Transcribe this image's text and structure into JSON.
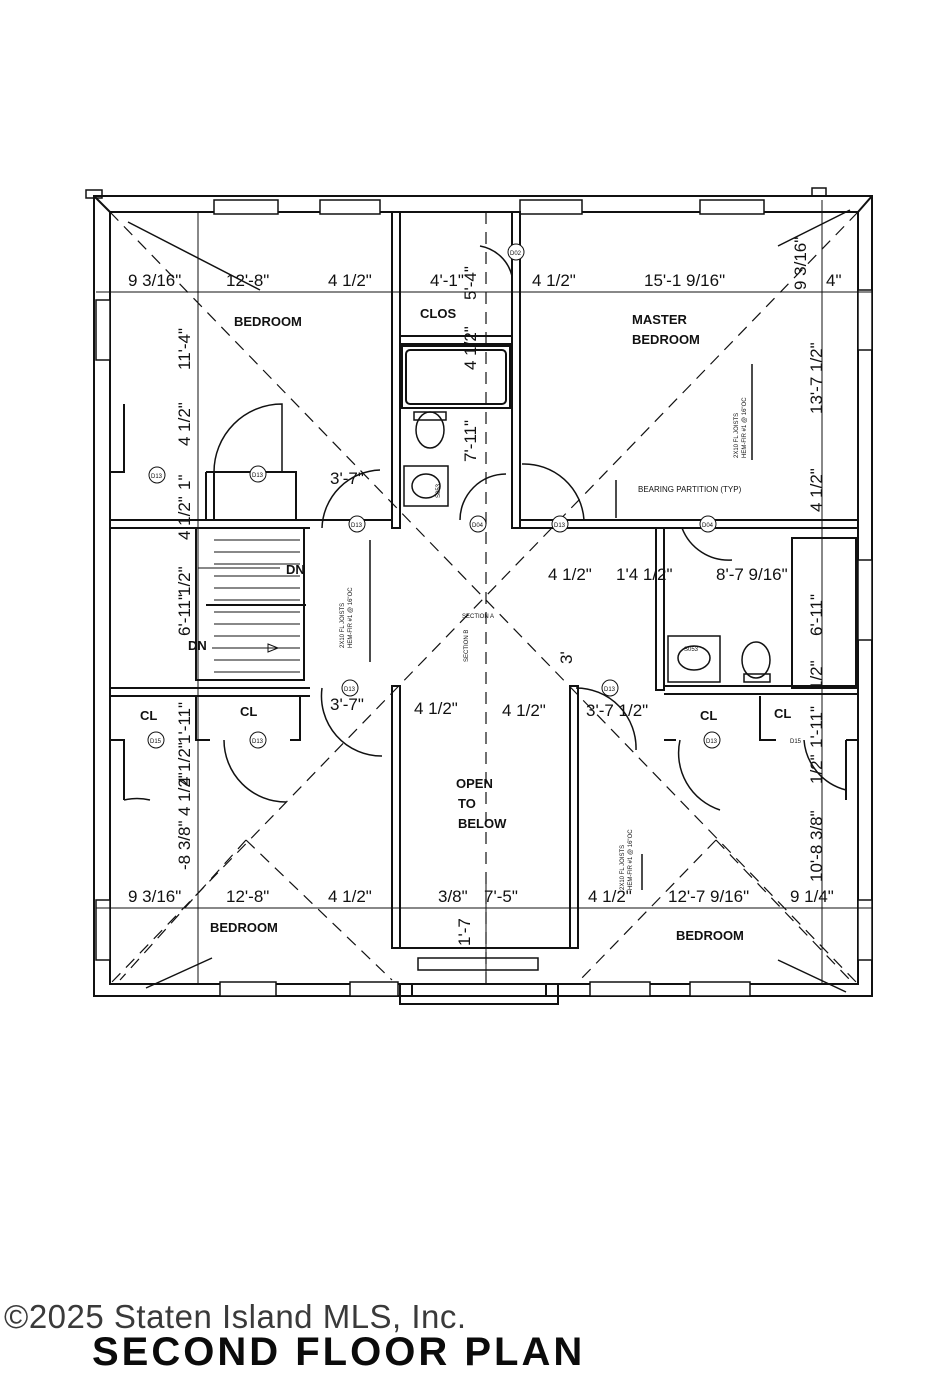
{
  "rooms": {
    "bedroom_nw": "BEDROOM",
    "closet_top": "CLOS",
    "master": [
      "MASTER",
      "BEDROOM"
    ],
    "bearing_partition": "BEARING PARTITION (TYP)",
    "open_to_below": [
      "OPEN",
      "TO",
      "BELOW"
    ],
    "closet_sw_1": "CL",
    "closet_sw_2": "CL",
    "closet_se_1": "CL",
    "closet_se_2": "CL",
    "bedroom_sw": "BEDROOM",
    "bedroom_se": "BEDROOM"
  },
  "stairs": {
    "dn_upper": "DN",
    "dn_lower": "DN"
  },
  "joist_notes": {
    "master": [
      "2X10 FL JOISTS",
      "HEM-FIR #1 @ 16\"OC"
    ],
    "hall": [
      "2X10 FL JOISTS",
      "HEM-FIR #1 @ 16\"OC"
    ],
    "se": [
      "2X10 FL JOISTS",
      "HEM-FIR #1 @ 16\"OC"
    ]
  },
  "section_labels": {
    "a": "SECTION A",
    "b": "SECTION B"
  },
  "tags": {
    "d02": "D02",
    "d13_nw1": "D13",
    "d13_nw2": "D13",
    "d13_hall": "D13",
    "d04_bath": "D04",
    "d13_master": "D13",
    "d04_master": "D04",
    "d13_stair_sw": "D13",
    "d15_sw": "D15",
    "d13_sw": "D13",
    "d13_stair_se": "D13",
    "d13_se": "D13",
    "d15_se": "D15",
    "s053_a": "S053",
    "s053_b": "S053"
  },
  "dimensions": {
    "top_row": [
      "9 3/16\"",
      "12'-8\"",
      "4 1/2\"",
      "4'-1\"",
      "4 1/2\"",
      "15'-1 9/16\"",
      "9 3/16\"",
      "4\""
    ],
    "closet_depth": "5'-4\"",
    "closet_wall": "4 1/2\"",
    "bath_depth": "7'-11\"",
    "nw_depth": "11'-4\"",
    "nw_wall_1": "4 1/2\"",
    "nw_wall_2": "1\"",
    "nw_wall_3": "4 1/2\"",
    "nw_wall_4": "1/2\"",
    "stair_len": "6'-11\"",
    "sw_wall_1": "1'-11\"",
    "sw_wall_2": "4 1/2\"",
    "sw_wall_3": "4 1/2\"",
    "sw_depth": "-8 3/8\"",
    "master_depth": "13'-7 1/2\"",
    "master_wall": "4 1/2\"",
    "e_closet": "6'-11\"",
    "se_wall_1": "1'-11\"",
    "se_wall_2": "1/2\"",
    "se_wall_3": "1/2\"",
    "se_depth": "10'-8 3/8\"",
    "hall_door_1": "3'-7\"",
    "hall_door_2": "3'-7\"",
    "hall_door_3": "3'-7 1/2\"",
    "hall_mid_1": "4 1/2\"",
    "hall_mid_2": "4 1/2\"",
    "bath2_row": [
      "4 1/2\"",
      "1'4 1/2\"",
      "8'-7 9/16\""
    ],
    "section_3": "3'",
    "bottom_row": [
      "9 3/16\"",
      "12'-8\"",
      "4 1/2\"",
      "3/8\"",
      "7'-5\"",
      "4 1/2\"",
      "12'-7 9/16\"",
      "9 1/4\""
    ],
    "bottom_vert": "1'-7"
  },
  "copyright": "©2025 Staten Island MLS, Inc.",
  "title": "SECOND FLOOR PLAN",
  "colors": {
    "ink": "#111111",
    "paper": "#ffffff"
  }
}
